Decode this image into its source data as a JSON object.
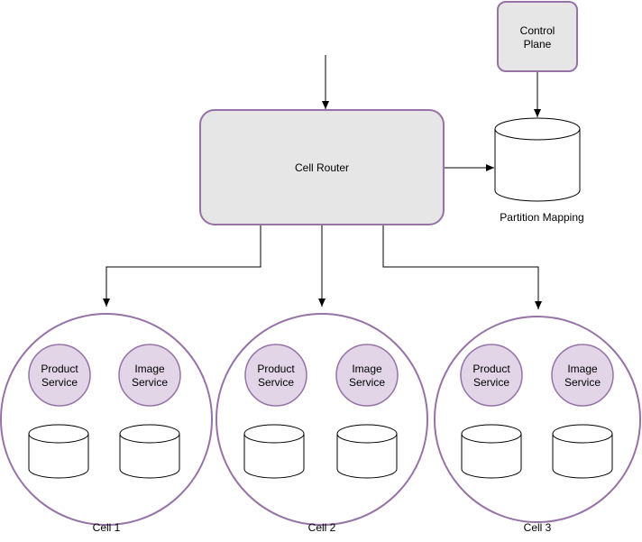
{
  "colors": {
    "box_fill": "#e6e6e6",
    "box_stroke": "#9673a6",
    "circle_fill": "#e1d5e7",
    "circle_stroke": "#9673a6",
    "line": "#000000",
    "background": "#ffffff"
  },
  "nodes": {
    "control_plane": {
      "line1": "Control",
      "line2": "Plane"
    },
    "cell_router": {
      "label": "Cell Router"
    },
    "partition_mapping": {
      "label": "Partition Mapping"
    }
  },
  "cells": [
    {
      "label": "Cell 1",
      "services": [
        {
          "line1": "Product",
          "line2": "Service"
        },
        {
          "line1": "Image",
          "line2": "Service"
        }
      ]
    },
    {
      "label": "Cell 2",
      "services": [
        {
          "line1": "Product",
          "line2": "Service"
        },
        {
          "line1": "Image",
          "line2": "Service"
        }
      ]
    },
    {
      "label": "Cell 3",
      "services": [
        {
          "line1": "Product",
          "line2": "Service"
        },
        {
          "line1": "Image",
          "line2": "Service"
        }
      ]
    }
  ]
}
